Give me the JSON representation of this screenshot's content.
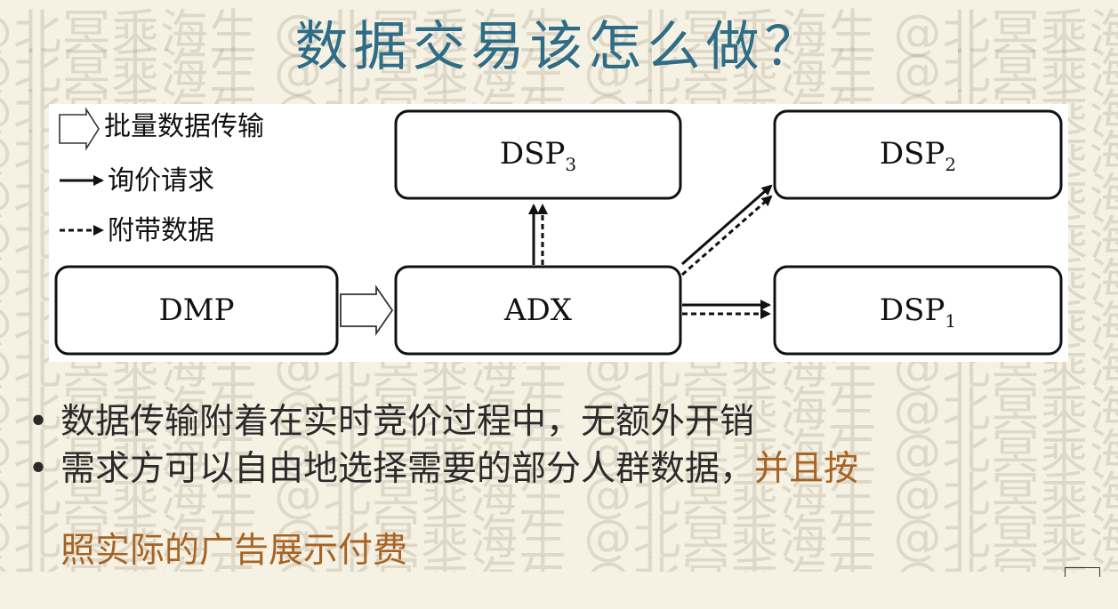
{
  "title": "数据交易该怎么做？",
  "watermark": {
    "text": "@北冥乘海生"
  },
  "diagram": {
    "boxes": {
      "dsp3": "DSP",
      "dsp3_sub": "3",
      "dsp2": "DSP",
      "dsp2_sub": "2",
      "dsp1": "DSP",
      "dsp1_sub": "1",
      "dmp": "DMP",
      "adx": "ADX"
    },
    "legend": {
      "batch": "批量数据传输",
      "inquiry": "询价请求",
      "attached": "附带数据"
    }
  },
  "bullets": {
    "items": [
      {
        "text": "数据传输附着在实时竞价过程中，无额外开销"
      },
      {
        "prefix": "需求方可以自由地选择需要的部分人群数据，",
        "highlight1": "并且按",
        "highlight2": "照实际的广告展示付费"
      }
    ]
  },
  "colors": {
    "background": "#f6f2e3",
    "title": "#2f6c86",
    "text": "#2a2a2a",
    "highlight": "#a76324",
    "diagram_background": "#ffffff",
    "diagram_border": "#111111"
  }
}
